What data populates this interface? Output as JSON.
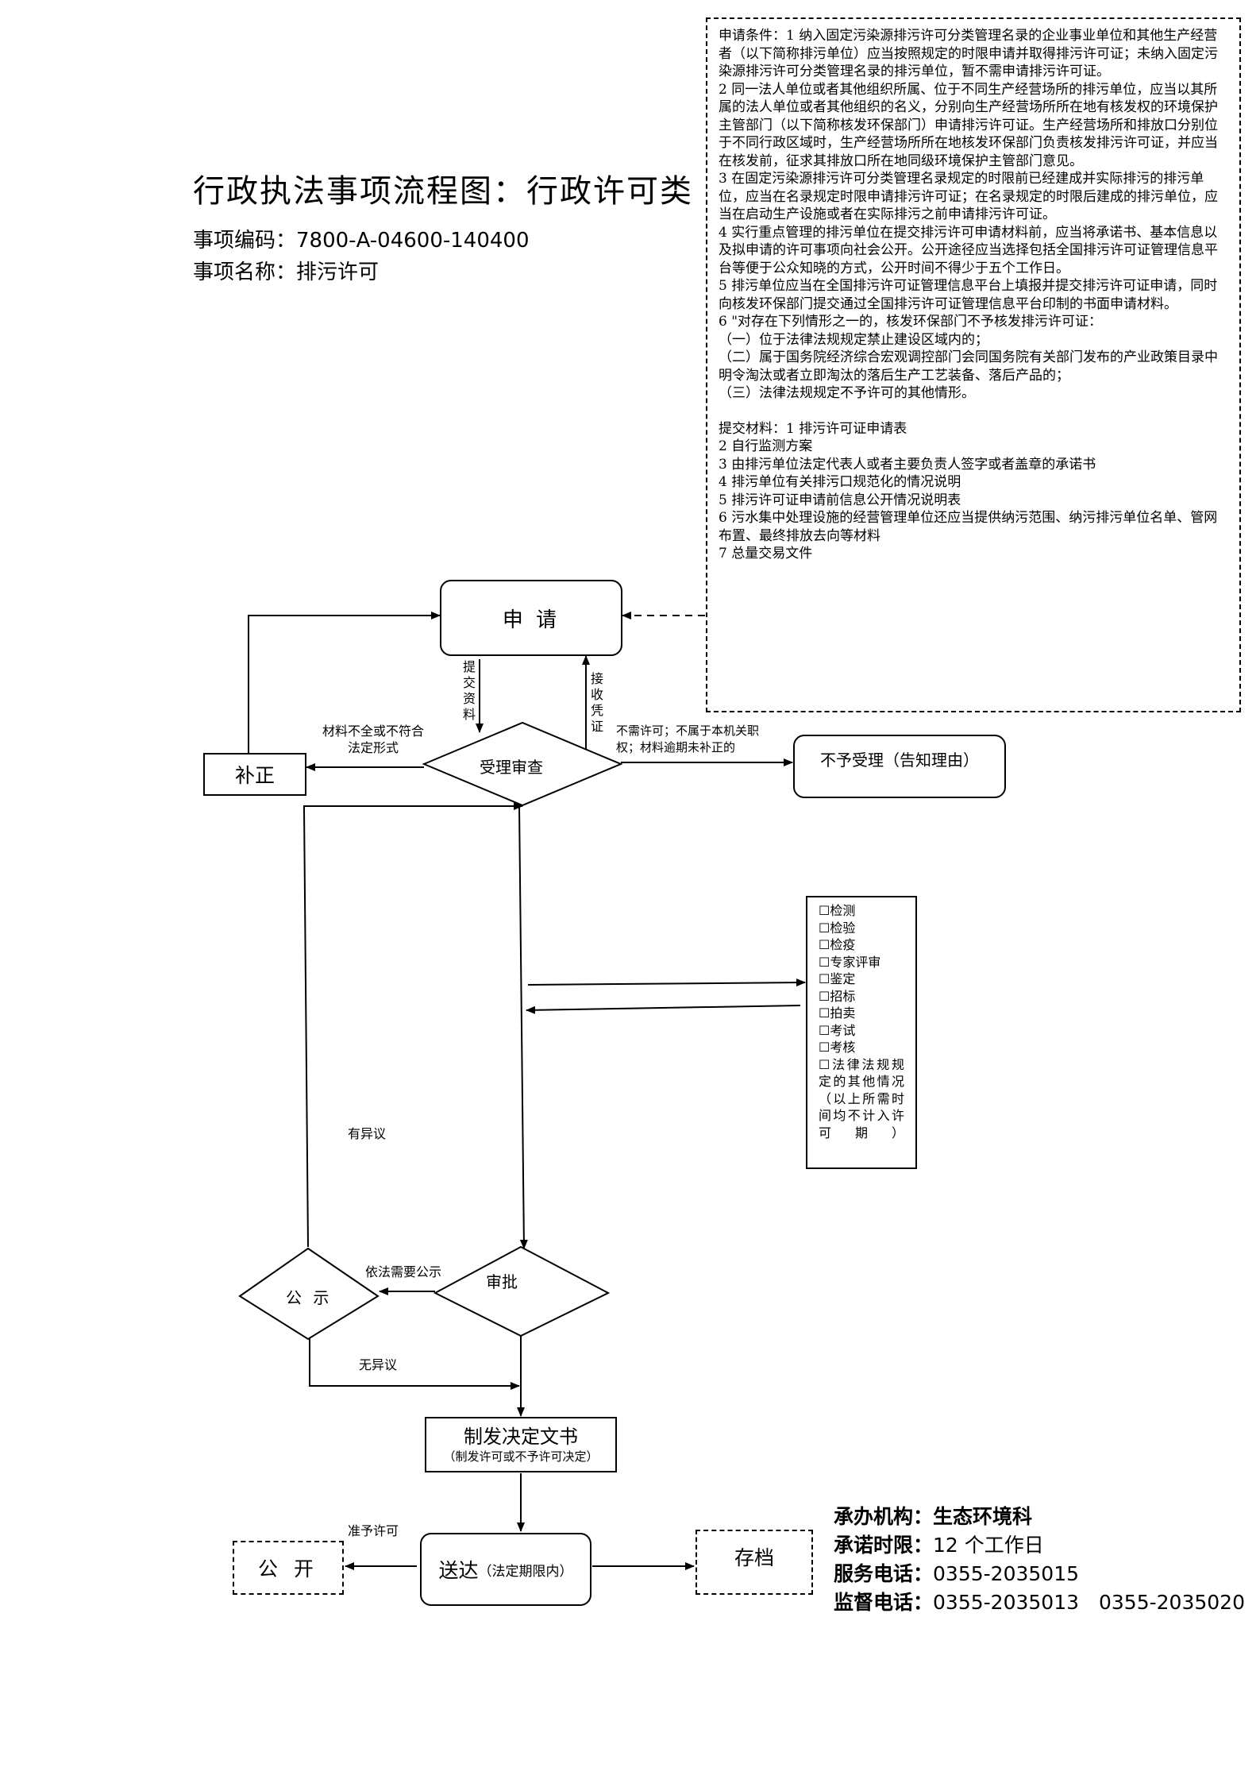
{
  "header": {
    "title": "行政执法事项流程图：行政许可类",
    "code_label": "事项编码：",
    "code_value": "7800-A-04600-140400",
    "name_label": "事项名称：",
    "name_value": "排污许可"
  },
  "conditions": [
    "申请条件：1 纳入固定污染源排污许可分类管理名录的企业事业单位和其他生产经营者（以下简称排污单位）应当按照规定的时限申请并取得排污许可证；未纳入固定污染源排污许可分类管理名录的排污单位，暂不需申请排污许可证。",
    "2 同一法人单位或者其他组织所属、位于不同生产经营场所的排污单位，应当以其所属的法人单位或者其他组织的名义，分别向生产经营场所所在地有核发权的环境保护主管部门（以下简称核发环保部门）申请排污许可证。生产经营场所和排放口分别位于不同行政区域时，生产经营场所所在地核发环保部门负责核发排污许可证，并应当在核发前，征求其排放口所在地同级环境保护主管部门意见。",
    "3 在固定污染源排污许可分类管理名录规定的时限前已经建成并实际排污的排污单位，应当在名录规定时限申请排污许可证；在名录规定的时限后建成的排污单位，应当在启动生产设施或者在实际排污之前申请排污许可证。",
    "4 实行重点管理的排污单位在提交排污许可申请材料前，应当将承诺书、基本信息以及拟申请的许可事项向社会公开。公开途径应当选择包括全国排污许可证管理信息平台等便于公众知晓的方式，公开时间不得少于五个工作日。",
    "5 排污单位应当在全国排污许可证管理信息平台上填报并提交排污许可证申请，同时向核发环保部门提交通过全国排污许可证管理信息平台印制的书面申请材料。",
    "6 \"对存在下列情形之一的，核发环保部门不予核发排污许可证：",
    "（一）位于法律法规规定禁止建设区域内的；",
    "（二）属于国务院经济综合宏观调控部门会同国务院有关部门发布的产业政策目录中明令淘汰或者立即淘汰的落后生产工艺装备、落后产品的；",
    "（三）法律法规规定不予许可的其他情形。",
    "",
    "提交材料：1 排污许可证申请表",
    "2 自行监测方案",
    "3 由排污单位法定代表人或者主要负责人签字或者盖章的承诺书",
    "4 排污单位有关排污口规范化的情况说明",
    "5 排污许可证申请前信息公开情况说明表",
    "6 污水集中处理设施的经营管理单位还应当提供纳污范围、纳污排污单位名单、管网布置、最终排放去向等材料",
    "7 总量交易文件"
  ],
  "flow": {
    "apply": "申 请",
    "submit_materials": "提交资料",
    "receive_receipt": "接收凭证",
    "accept_review": "受理审查",
    "incomplete": "材料不全或不符合法定形式",
    "supplement": "补正",
    "no_permit_needed": "不需许可；不属于本机关职权；材料逾期未补正的",
    "not_accepted": "不予受理（告知理由）",
    "objection": "有异议",
    "publicity_needed": "依法需要公示",
    "publicity": "公 示",
    "approval": "审批",
    "no_objection": "无异议",
    "issue_decision": "制发决定文书",
    "issue_decision_sub": "（制发许可或不予许可决定）",
    "grant_permit": "准予许可",
    "public": "公 开",
    "deliver": "送达",
    "deliver_sub": "（法定期限内）",
    "archive": "存档"
  },
  "methods": {
    "items": [
      "☐检测",
      "☐检验",
      "☐检疫",
      "☐专家评审",
      "☐鉴定",
      "☐招标",
      "☐拍卖",
      "☐考试",
      "☐考核"
    ],
    "other": "☐法律法规规定的其他情况",
    "note": "（以上所需时间均不计入许可期）"
  },
  "contact": {
    "org_label": "承办机构：",
    "org_value": "生态环境科",
    "limit_label": "承诺时限：",
    "limit_value": "12 个工作日",
    "service_label": "服务电话：",
    "service_value": "0355-2035015",
    "supervise_label": "监督电话：",
    "supervise_value": "0355-2035013　0355-2035020"
  }
}
